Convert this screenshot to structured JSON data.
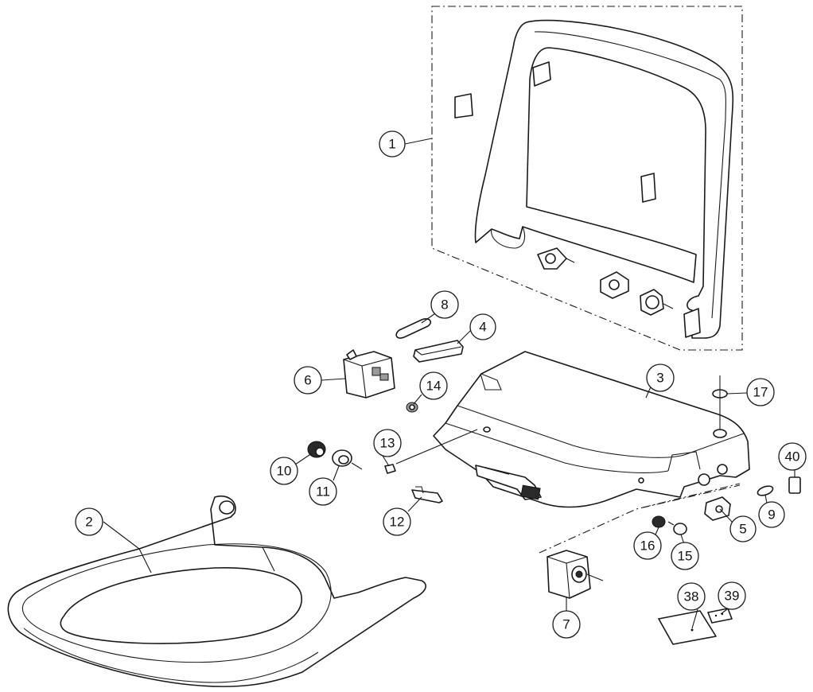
{
  "callouts": {
    "c1": "1",
    "c2": "2",
    "c3": "3",
    "c4": "4",
    "c5": "5",
    "c6": "6",
    "c7": "7",
    "c8": "8",
    "c9": "9",
    "c10": "10",
    "c11": "11",
    "c12": "12",
    "c13": "13",
    "c14": "14",
    "c15": "15",
    "c16": "16",
    "c17": "17",
    "c38": "38",
    "c39": "39",
    "c40": "40"
  }
}
